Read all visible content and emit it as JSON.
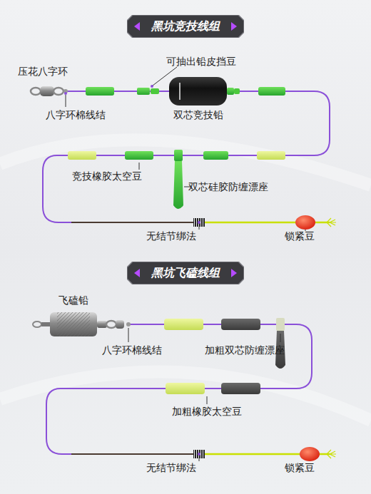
{
  "diagram": {
    "nodes": [
      {
        "text": [
          "黑坑竞技线组"
        ]
      },
      {
        "text": [
          "黑坑飞磕线组"
        ]
      }
    ],
    "labels": [
      "压花八字环",
      "可抽出铅皮挡豆",
      "八字环棉线结",
      "双芯竞技铅",
      "竞技橡胶太空豆",
      "双芯硅胶防缠漂座",
      "无结节绑法",
      "锁紧豆",
      "飞磕铅",
      "八字环棉线结",
      "加粗双芯防缠漂座",
      "加粗橡胶太空豆",
      "无结节绑法",
      "锁紧豆"
    ]
  }
}
